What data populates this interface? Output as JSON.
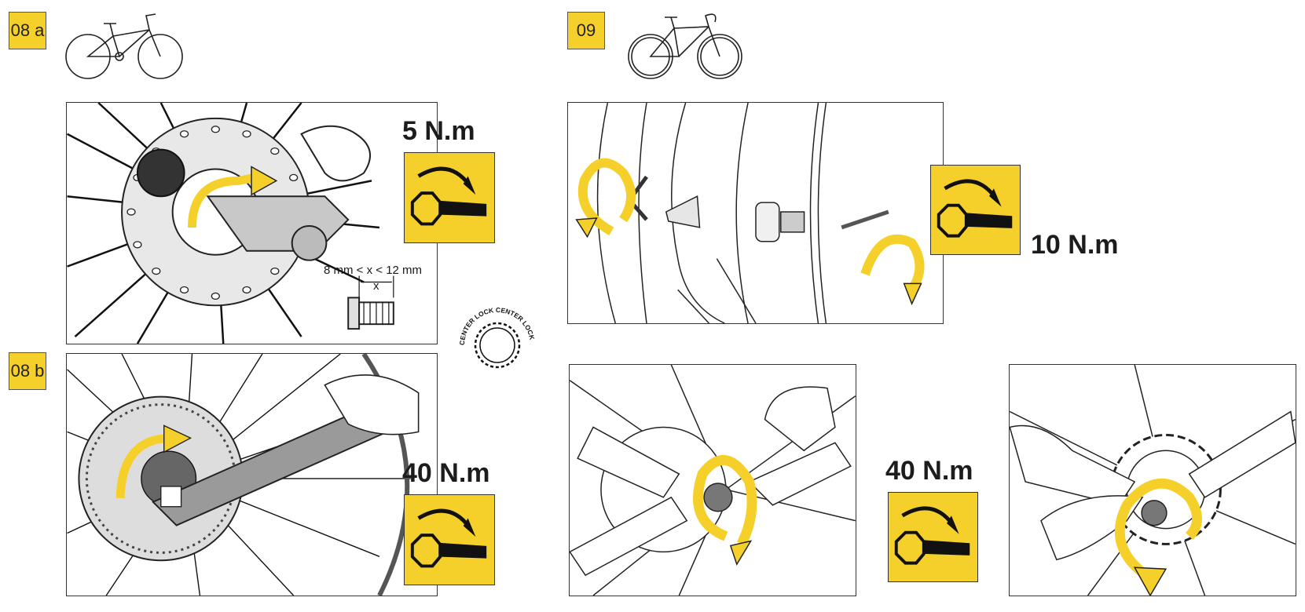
{
  "steps": {
    "s08a": {
      "badge": "08 a",
      "torque": "5 N.m",
      "measurement": "8 mm < x < 12 mm",
      "x_label": "x"
    },
    "s08b": {
      "badge": "08 b",
      "torque": "40 N.m",
      "lock_label": "CENTER LOCK CENTER LOCK"
    },
    "s09": {
      "badge": "09",
      "torque_top": "10 N.m",
      "torque_bottom": "40 N.m"
    }
  },
  "colors": {
    "accent": "#f6d02a",
    "ink": "#1c1c1c"
  },
  "icons": {
    "city_bike": "city-bike-icon",
    "road_bike": "road-bike-icon",
    "torque_wrench": "torque-wrench-icon",
    "rotation_arrow": "rotation-arrow-icon"
  }
}
